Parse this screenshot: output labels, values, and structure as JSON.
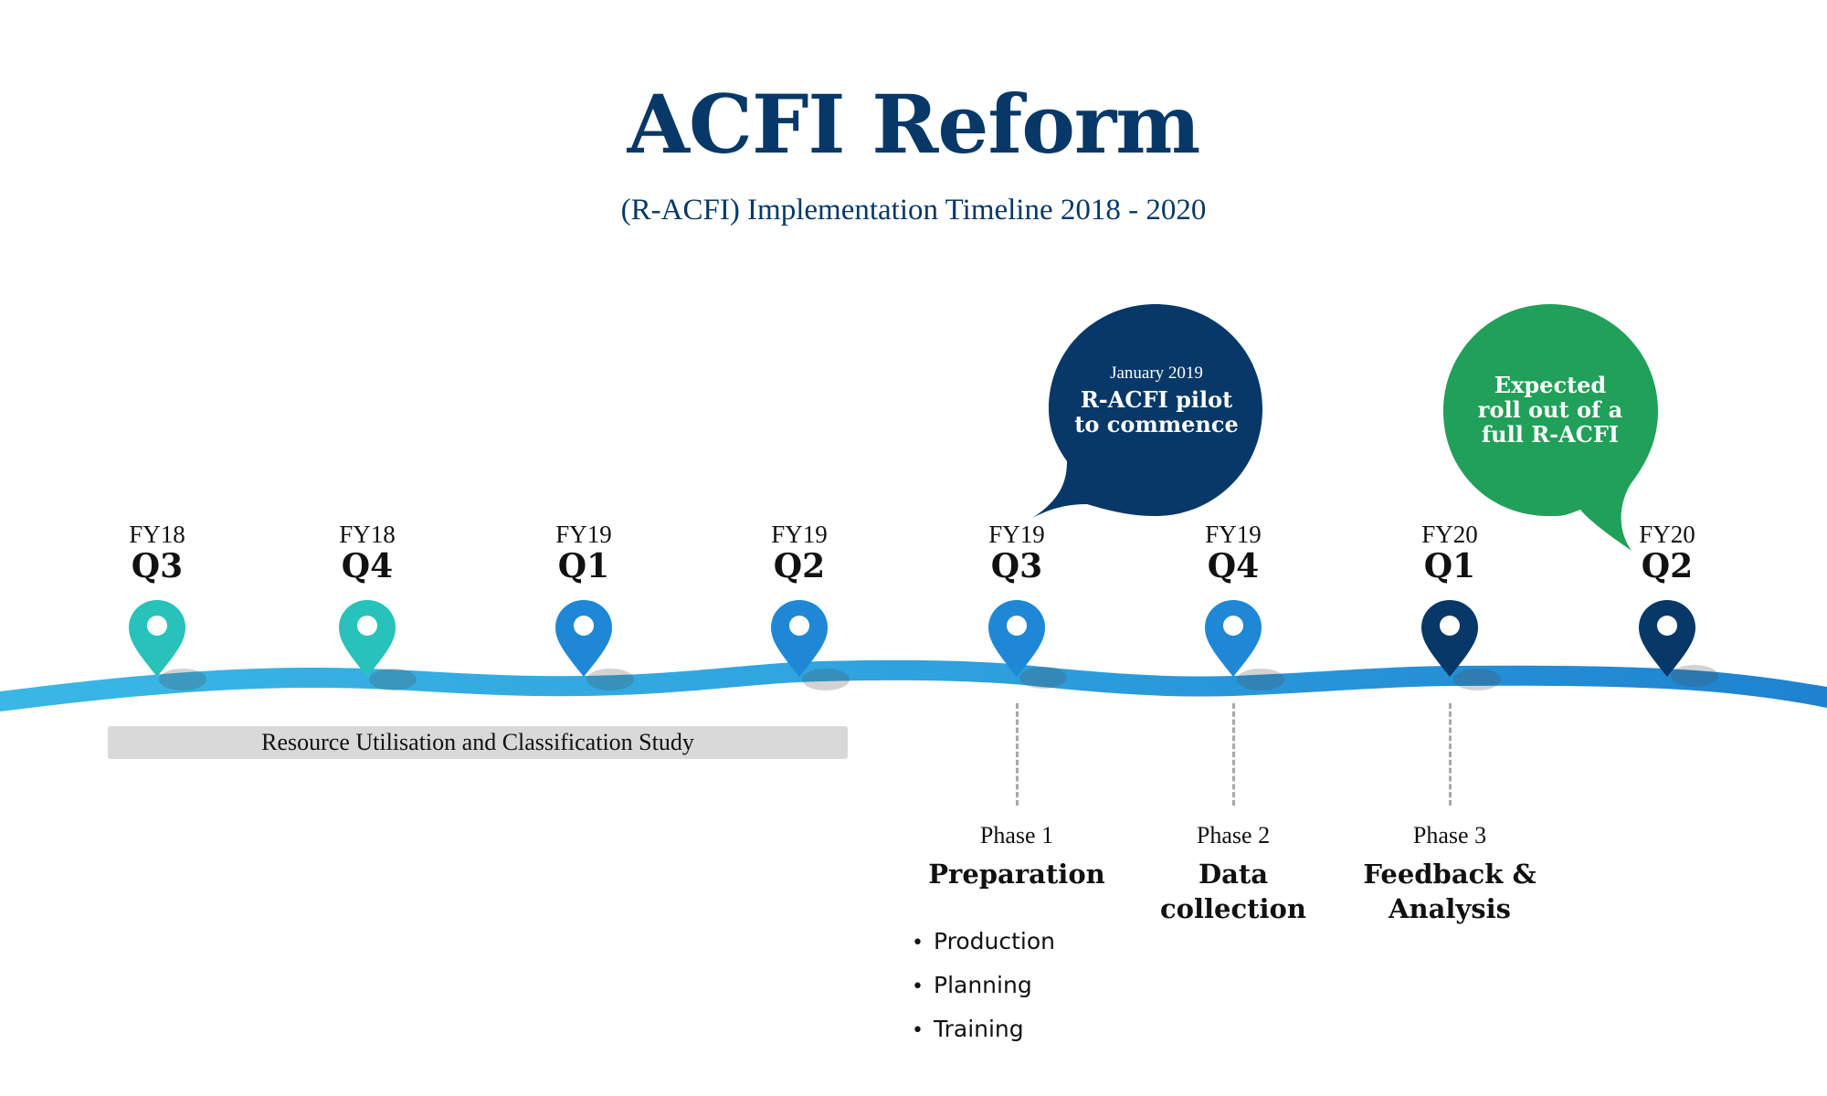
{
  "header": {
    "title": "ACFI Reform",
    "subtitle": "(R-ACFI) Implementation Timeline 2018 - 2020"
  },
  "colors": {
    "navy": "#073868",
    "teal": "#27c2b9",
    "blue": "#1e88d6",
    "wave_start": "#3ab7e6",
    "wave_end": "#1e82d0",
    "green": "#20a058",
    "study_bar": "#d9d9d9",
    "dash": "#a8a8a8"
  },
  "timeline": {
    "milestones": [
      {
        "fy": "FY18",
        "quarter": "Q3",
        "pin_color": "teal",
        "icon": "map-pin-icon"
      },
      {
        "fy": "FY18",
        "quarter": "Q4",
        "pin_color": "teal",
        "icon": "map-pin-icon"
      },
      {
        "fy": "FY19",
        "quarter": "Q1",
        "pin_color": "blue",
        "icon": "map-pin-icon"
      },
      {
        "fy": "FY19",
        "quarter": "Q2",
        "pin_color": "blue",
        "icon": "map-pin-icon"
      },
      {
        "fy": "FY19",
        "quarter": "Q3",
        "pin_color": "blue",
        "icon": "map-pin-icon"
      },
      {
        "fy": "FY19",
        "quarter": "Q4",
        "pin_color": "blue",
        "icon": "map-pin-icon"
      },
      {
        "fy": "FY20",
        "quarter": "Q1",
        "pin_color": "navy",
        "icon": "map-pin-icon"
      },
      {
        "fy": "FY20",
        "quarter": "Q2",
        "pin_color": "navy",
        "icon": "map-pin-icon"
      }
    ]
  },
  "callouts": {
    "pilot": {
      "date": "January 2019",
      "line1": "R-ACFI pilot",
      "line2": "to commence"
    },
    "rollout": {
      "line1": "Expected",
      "line2": "roll out of a",
      "line3": "full R-ACFI"
    }
  },
  "study": {
    "label": "Resource Utilisation and Classification Study"
  },
  "phases": [
    {
      "number": "Phase 1",
      "name_line1": "Preparation",
      "name_line2": "",
      "items": [
        "Production",
        "Planning",
        "Training"
      ]
    },
    {
      "number": "Phase 2",
      "name_line1": "Data",
      "name_line2": "collection"
    },
    {
      "number": "Phase 3",
      "name_line1": "Feedback &",
      "name_line2": "Analysis"
    }
  ]
}
